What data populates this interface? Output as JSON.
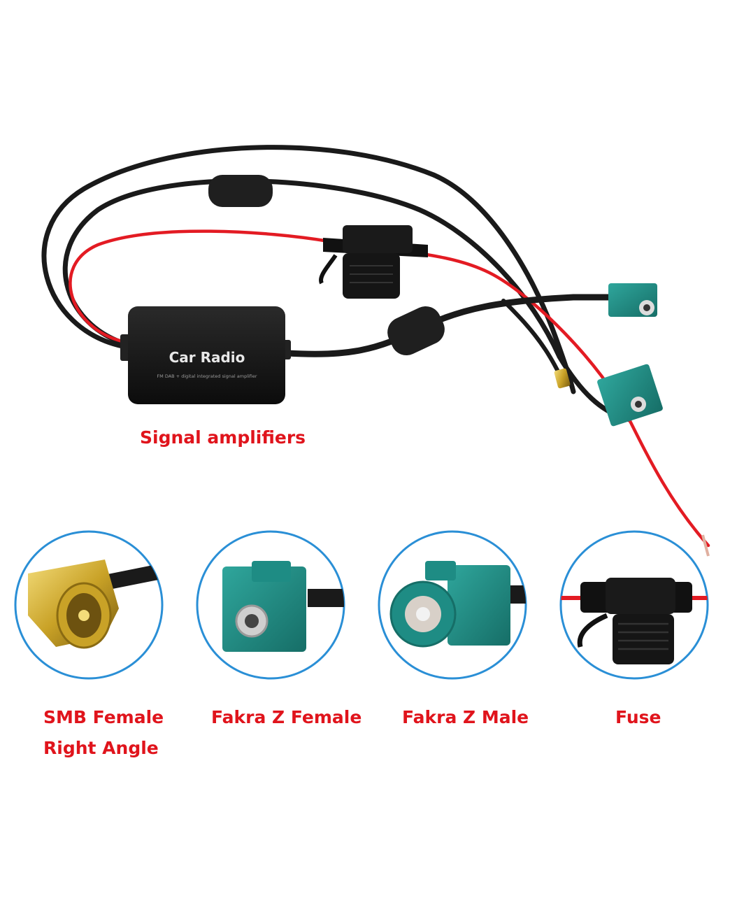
{
  "amplifier": {
    "brand_text": "Car Radio",
    "sub_text": "FM DAB + digital integrated signal amplifier",
    "caption": "Signal amplifiers"
  },
  "connectors": [
    {
      "name": "smb",
      "caption_line1": "SMB Female",
      "caption_line2": "Right Angle"
    },
    {
      "name": "fakra-female",
      "caption_line1": "Fakra Z Female"
    },
    {
      "name": "fakra-male",
      "caption_line1": "Fakra Z Male"
    },
    {
      "name": "fuse",
      "caption_line1": "Fuse"
    }
  ],
  "colors": {
    "caption_red": "#e0141c",
    "circle_blue": "#2a8fd6",
    "fakra_teal": "#1e8c84",
    "wire_red": "#e31b23",
    "cable_black": "#1a1a1a",
    "smb_gold": "#c9a227"
  }
}
